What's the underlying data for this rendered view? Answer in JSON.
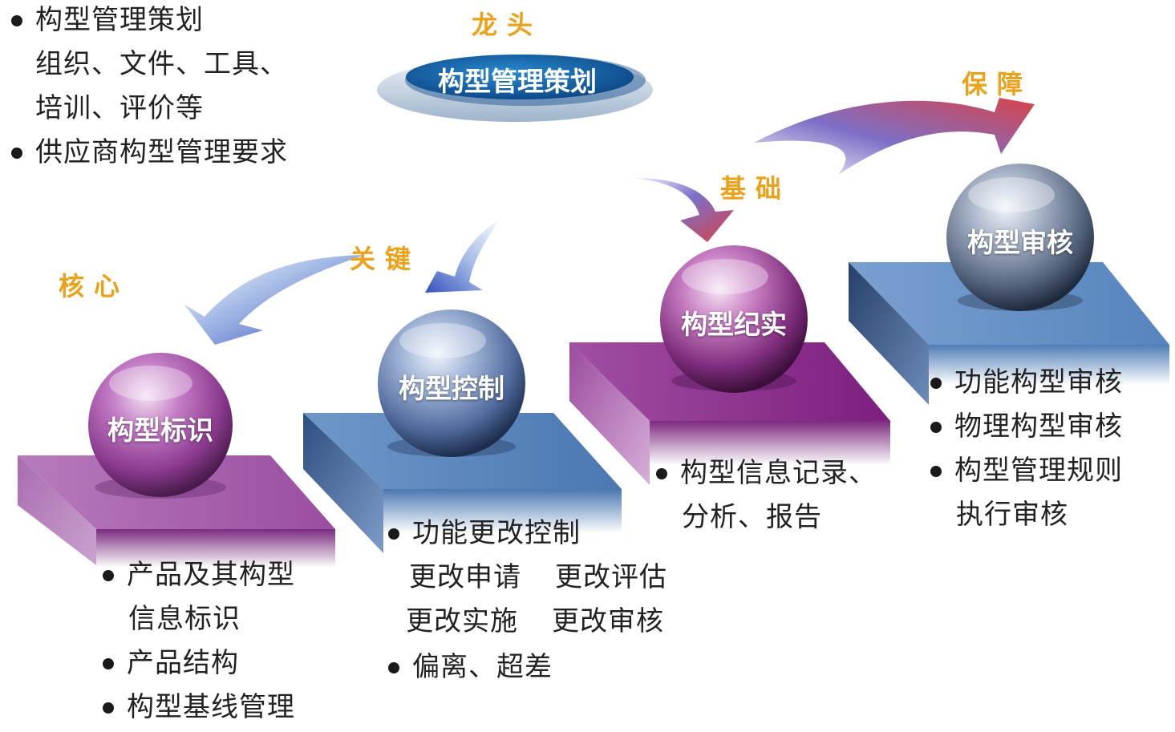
{
  "top_left": {
    "item1": "构型管理策划",
    "item1_line2": "组织、文件、工具、",
    "item1_line3": "培训、评价等",
    "item2": "供应商构型管理要求"
  },
  "head": {
    "tag": "龙头",
    "title": "构型管理策划"
  },
  "tags": {
    "core": "核心",
    "key": "关键",
    "basis": "基础",
    "guarantee": "保障"
  },
  "steps": [
    {
      "label": "构型标识",
      "color": "#a455a8"
    },
    {
      "label": "构型控制",
      "color": "#4f7fb8"
    },
    {
      "label": "构型纪实",
      "color": "#8a2f8a"
    },
    {
      "label": "构型审核",
      "color": "#5d8dc4"
    }
  ],
  "step1_text": {
    "b1_l1": "产品及其构型",
    "b1_l2": "信息标识",
    "b2": "产品结构",
    "b3": "构型基线管理"
  },
  "step2_text": {
    "b1": "功能更改控制",
    "l2a": "更改申请",
    "l2b": "更改评估",
    "l3a": "更改实施",
    "l3b": "更改审核",
    "b2": "偏离、超差"
  },
  "step3_text": {
    "b1_l1": "构型信息记录、",
    "b1_l2": "分析、报告"
  },
  "step4_text": {
    "b1": "功能构型审核",
    "b2": "物理构型审核",
    "b3_l1": "构型管理规则",
    "b3_l2": "执行审核"
  },
  "colors": {
    "tag": "#eaa21a",
    "purple": "#9b4aa0",
    "blue": "#4a78b0",
    "arrow_blue": "#3f63c4",
    "arrow_red": "#d2484e"
  }
}
